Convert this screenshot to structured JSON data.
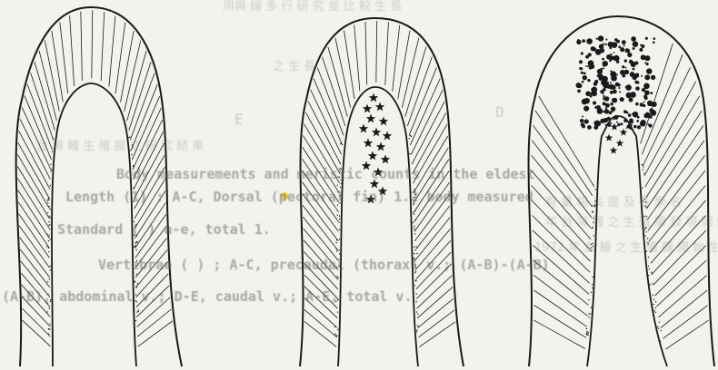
{
  "figure": {
    "panels": [
      {
        "name": "panel-left",
        "marking": "none"
      },
      {
        "name": "panel-middle",
        "marking": "stars"
      },
      {
        "name": "panel-right",
        "marking": "dots-and-stars"
      }
    ]
  },
  "bleed_through": {
    "top_cjk": "用與 線 多 行 研 究 並 比 較 生 長",
    "label_e": "E",
    "label_d": "D",
    "line1": "Body measurements and meristic counts in the eldest",
    "line2": "Length (1) : A-C, Dorsal (pectoral fin) 1.2 body measured",
    "line3": "Standard (  ) a-e, total 1.",
    "line4": "Vertebrae (  ) ; A-C, precaudal (thorax) v.; (A-B)-(A-B)",
    "line5": "(A-B), abdominal v.; D-E, caudal v.; A-E, total v.",
    "cjk_right_1": "有 量 相 長 度 及 各 學 名",
    "cjk_right_2": "年 台 灣 鰻 之 生 殖 腺 發 現 開 始",
    "cjk_right_3": "1972 年 台 鰻 之 生 殖 腺 開 始 生",
    "cjk_left_1": "台 灣 鰻 生 殖 腺 之 研 究 結 果",
    "cjk_mid_1": "之 生 長"
  },
  "colors": {
    "ink": "#1a1a1a",
    "paper": "#f3f2ee",
    "bleed": "#5c5c5c",
    "highlight": "#f2d23a"
  }
}
